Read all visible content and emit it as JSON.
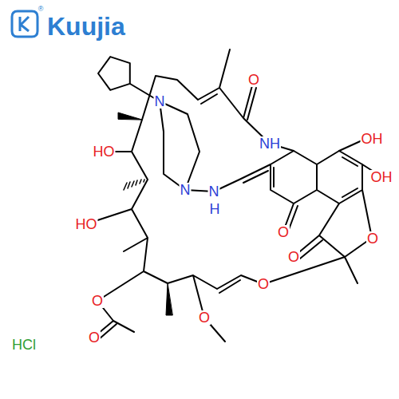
{
  "diagram": {
    "labels": [
      "Kuujia",
      "®",
      "N",
      "N",
      "N",
      "H",
      "O",
      "NH",
      "OH",
      "OH",
      "HO",
      "HO",
      "O",
      "O",
      "O",
      "O",
      "O",
      "O",
      "O",
      "HCl"
    ]
  }
}
